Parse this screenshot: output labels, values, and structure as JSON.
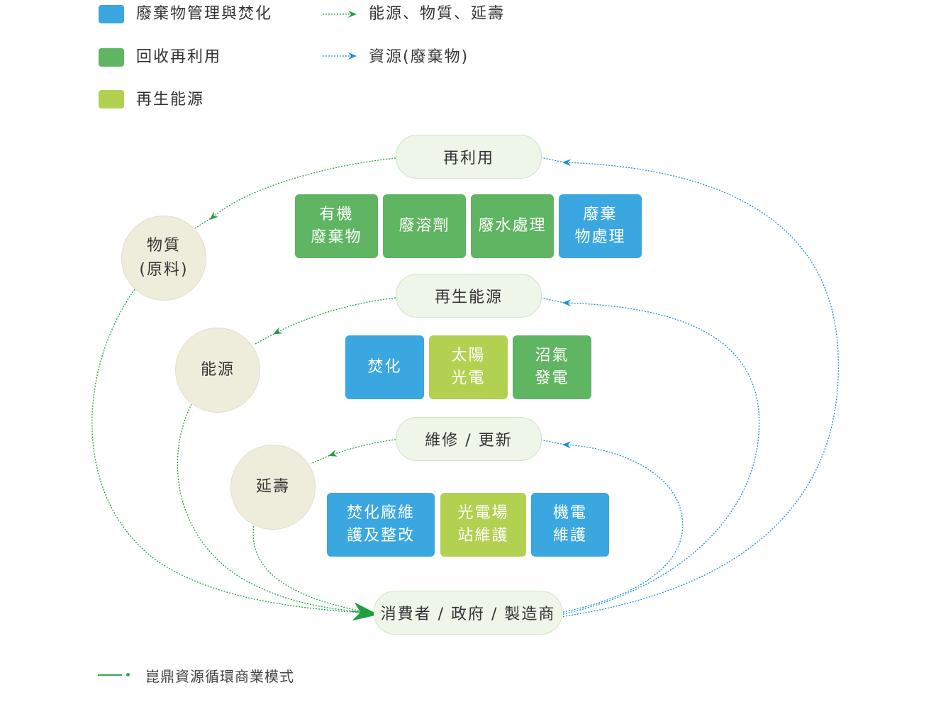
{
  "legend": {
    "colors": [
      {
        "label": "廢棄物管理與焚化",
        "color": "#3aa7e0"
      },
      {
        "label": "回收再利用",
        "color": "#5fb561"
      },
      {
        "label": "再生能源",
        "color": "#b3d150"
      }
    ],
    "arrows": [
      {
        "label": "能源、物質、延壽",
        "color": "#1fa040"
      },
      {
        "label": "資源(廢棄物)",
        "color": "#1a8fd6"
      }
    ]
  },
  "pills": {
    "reuse": "再利用",
    "renewable": "再生能源",
    "maintenance": "維修 / 更新",
    "consumer": "消費者 / 政府 / 製造商"
  },
  "circles": {
    "material": [
      "物質",
      "(原料)"
    ],
    "energy": [
      "能源"
    ],
    "extension": [
      "延壽"
    ]
  },
  "boxes": {
    "organic_waste": [
      "有機",
      "廢棄物"
    ],
    "waste_solvent": [
      "廢溶劑"
    ],
    "wastewater": [
      "廢水處理"
    ],
    "waste_treatment": [
      "廢棄",
      "物處理"
    ],
    "incineration": [
      "焚化"
    ],
    "solar": [
      "太陽",
      "光電"
    ],
    "biogas": [
      "沼氣",
      "發電"
    ],
    "incinerator_maintenance": [
      "焚化廠維",
      "護及整改"
    ],
    "pv_site_maintenance": [
      "光電場",
      "站維護"
    ],
    "electromechanical_maintenance": [
      "機電",
      "維護"
    ]
  },
  "footer": {
    "caption": "崑鼎資源循環商業模式",
    "color": "#2faa4a"
  }
}
